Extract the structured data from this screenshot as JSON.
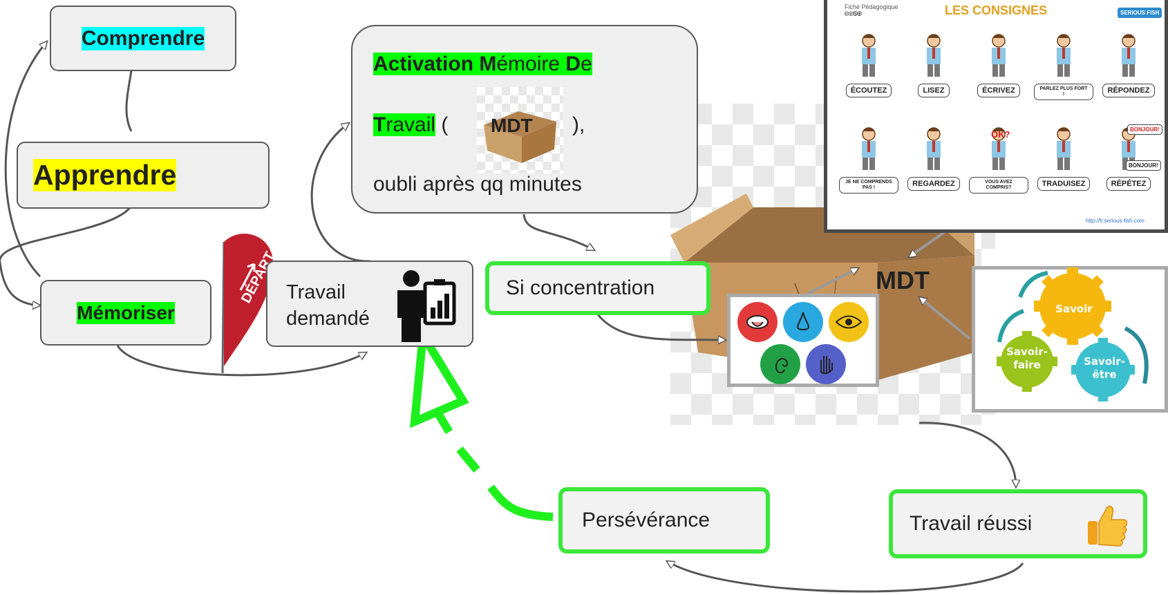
{
  "nodes": {
    "comprendre": "Comprendre",
    "apprendre": "Apprendre",
    "memoriser": "Mémoriser",
    "depart": "DÉPART",
    "travail_demande_1": "Travail",
    "travail_demande_2": "demandé",
    "activation_a": "Activation ",
    "activation_m": "M",
    "activation_rest1": "émoire ",
    "activation_d": "D",
    "activation_rest2": "e",
    "travail_t": "T",
    "travail_rest": "ravail",
    "paren_open": " (",
    "paren_close": "),",
    "mdt_small": "MDT",
    "oubli": "oubli après qq minutes",
    "si_concentration": "Si concentration",
    "mdt_big": "MDT",
    "perseverance": "Persévérance",
    "travail_reussi": "Travail réussi"
  },
  "gears": {
    "savoir": "Savoir",
    "savoir_faire_1": "Savoir-",
    "savoir_faire_2": "faire",
    "savoir_etre_1": "Savoir-",
    "savoir_etre_2": "être"
  },
  "poster": {
    "header_left": "Fiche Pédagogique",
    "cc": "🅭🅯🄏🄍",
    "title": "LES CONSIGNES",
    "brand": "SERIOUS FISH",
    "row1": [
      "ÉCOUTEZ",
      "LISEZ",
      "ÉCRIVEZ",
      "PARLEZ PLUS FORT !",
      "RÉPONDEZ"
    ],
    "row2": [
      "JE NE COMPRENDS PAS !",
      "REGARDEZ",
      "VOUS AVEZ COMPRIS?",
      "TRADUISEZ",
      "RÉPÉTEZ"
    ],
    "bubble_ok": "OK?",
    "bubble_bonjour1": "BONJOUR!",
    "bubble_bonjour2": "BONJOUR!",
    "url": "http://fr.serious-fish.com"
  },
  "colors": {
    "node_fill": "#efefef",
    "green_border": "#3ce63c",
    "arrow_green": "#1ef01e",
    "box_brown": "#c69c6d"
  },
  "icons": [
    "depart-flag-icon",
    "worker-chart-icon",
    "box-icon",
    "thumbs-up-icon",
    "mouth-icon",
    "nose-icon",
    "eye-icon",
    "ear-icon",
    "hand-icon",
    "gears-icon"
  ]
}
